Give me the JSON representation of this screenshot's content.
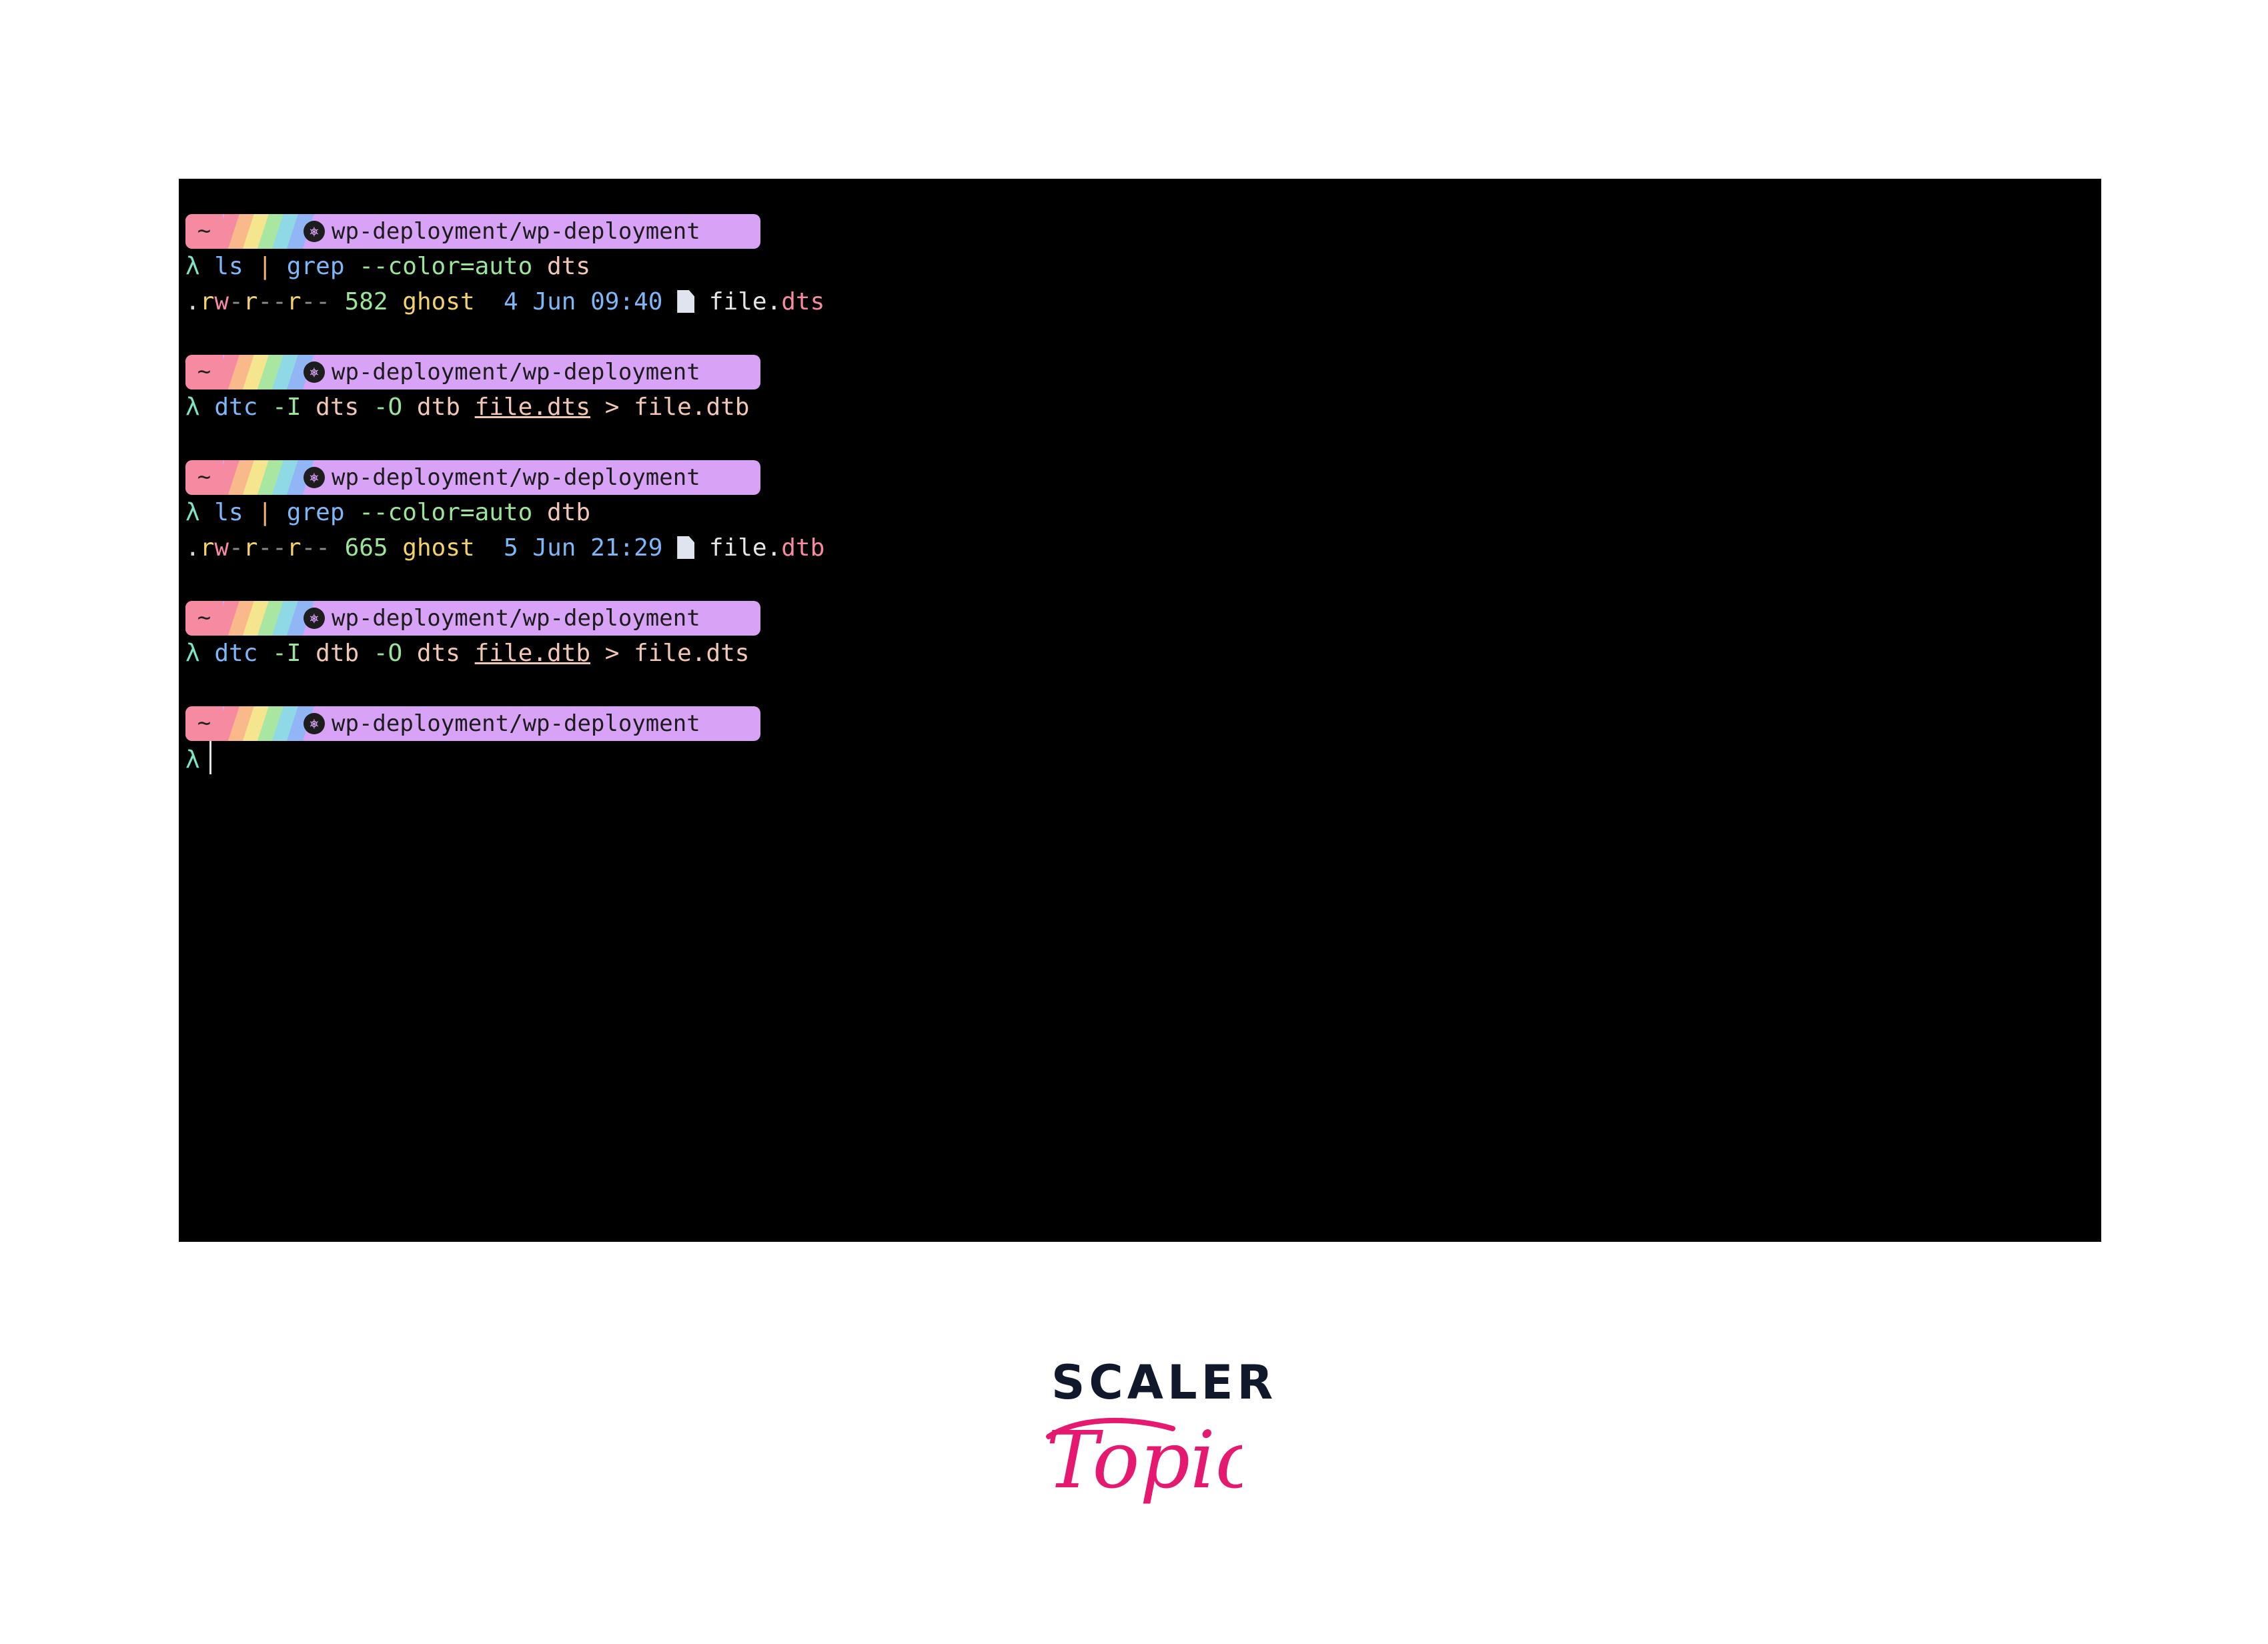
{
  "prompt": {
    "home_glyph": "~",
    "path": "wp-deployment/wp-deployment",
    "kube_icon": "helm-wheel-icon",
    "stripe_colors": [
      "#f58aa0",
      "#f9b98b",
      "#f6e58f",
      "#a8e6a1",
      "#8fd8e6",
      "#92b6f5"
    ],
    "bar_color": "#d8a2f6"
  },
  "lambda": "λ",
  "commands": [
    {
      "tool": "ls",
      "pipe": "|",
      "grep": "grep",
      "flag": "--color=auto",
      "pattern": "dts"
    },
    {
      "tool": "dtc",
      "in_flag": "-I",
      "in_fmt": "dts",
      "out_flag": "-O",
      "out_fmt": "dtb",
      "src": "file.dts",
      "redirect": ">",
      "dest": "file.dtb"
    },
    {
      "tool": "ls",
      "pipe": "|",
      "grep": "grep",
      "flag": "--color=auto",
      "pattern": "dtb"
    },
    {
      "tool": "dtc",
      "in_flag": "-I",
      "in_fmt": "dtb",
      "out_flag": "-O",
      "out_fmt": "dts",
      "src": "file.dtb",
      "redirect": ">",
      "dest": "file.dts"
    }
  ],
  "listings": [
    {
      "size": "582",
      "owner": "ghost",
      "day": "4",
      "month": "Jun",
      "time": "09:40",
      "name": "file.",
      "ext": "dts"
    },
    {
      "size": "665",
      "owner": "ghost",
      "day": "5",
      "month": "Jun",
      "time": "21:29",
      "name": "file.",
      "ext": "dtb"
    }
  ],
  "permissions": {
    "dot": ".",
    "r": "r",
    "w": "w",
    "dash": "-"
  },
  "logo": {
    "line1": "SCALER",
    "line2": "Topics",
    "accent": "#e5196f",
    "dark": "#11182b"
  }
}
